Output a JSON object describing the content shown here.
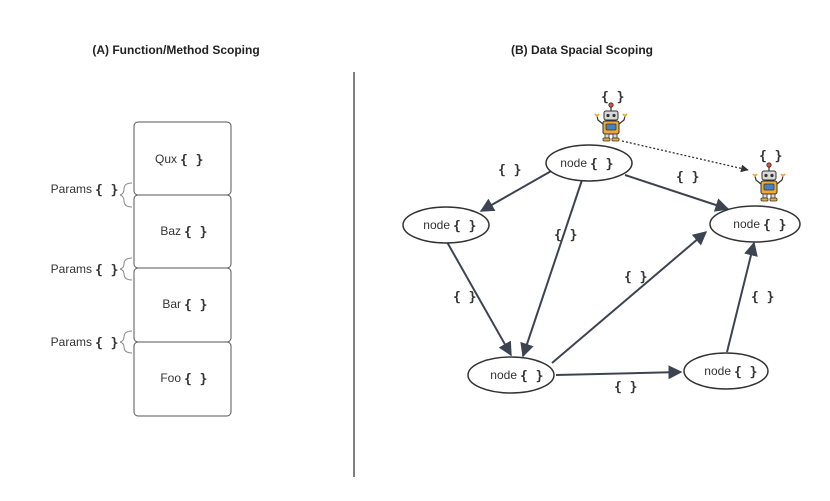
{
  "left_panel": {
    "title": "(A) Function/Method Scoping",
    "stack": [
      {
        "name": "Qux",
        "scope": "{ }"
      },
      {
        "name": "Baz",
        "scope": "{ }"
      },
      {
        "name": "Bar",
        "scope": "{ }"
      },
      {
        "name": "Foo",
        "scope": "{ }"
      }
    ],
    "params": [
      {
        "label": "Params",
        "scope": "{ }"
      },
      {
        "label": "Params",
        "scope": "{ }"
      },
      {
        "label": "Params",
        "scope": "{ }"
      }
    ]
  },
  "right_panel": {
    "title": "(B) Data Spacial Scoping",
    "nodes": [
      {
        "id": "top",
        "label": "node",
        "scope": "{ }"
      },
      {
        "id": "left",
        "label": "node",
        "scope": "{ }"
      },
      {
        "id": "right",
        "label": "node",
        "scope": "{ }"
      },
      {
        "id": "bottom",
        "label": "node",
        "scope": "{ }"
      },
      {
        "id": "br",
        "label": "node",
        "scope": "{ }"
      }
    ],
    "edges": [
      {
        "from": "top",
        "to": "left",
        "label": "{ }"
      },
      {
        "from": "top",
        "to": "right",
        "label": "{ }"
      },
      {
        "from": "top",
        "to": "bottom",
        "label": "{ }"
      },
      {
        "from": "left",
        "to": "bottom",
        "label": "{ }"
      },
      {
        "from": "bottom",
        "to": "right",
        "label": "{ }"
      },
      {
        "from": "bottom",
        "to": "br",
        "label": "{ }"
      },
      {
        "from": "br",
        "to": "right",
        "label": "{ }"
      }
    ],
    "agents": [
      {
        "icon": "robot-icon",
        "scope": "{ }"
      },
      {
        "icon": "robot-icon",
        "scope": "{ }"
      }
    ]
  },
  "colors": {
    "edge": "#3d4451",
    "robot_body": "#f0a830",
    "robot_screen": "#4a7fc1"
  }
}
